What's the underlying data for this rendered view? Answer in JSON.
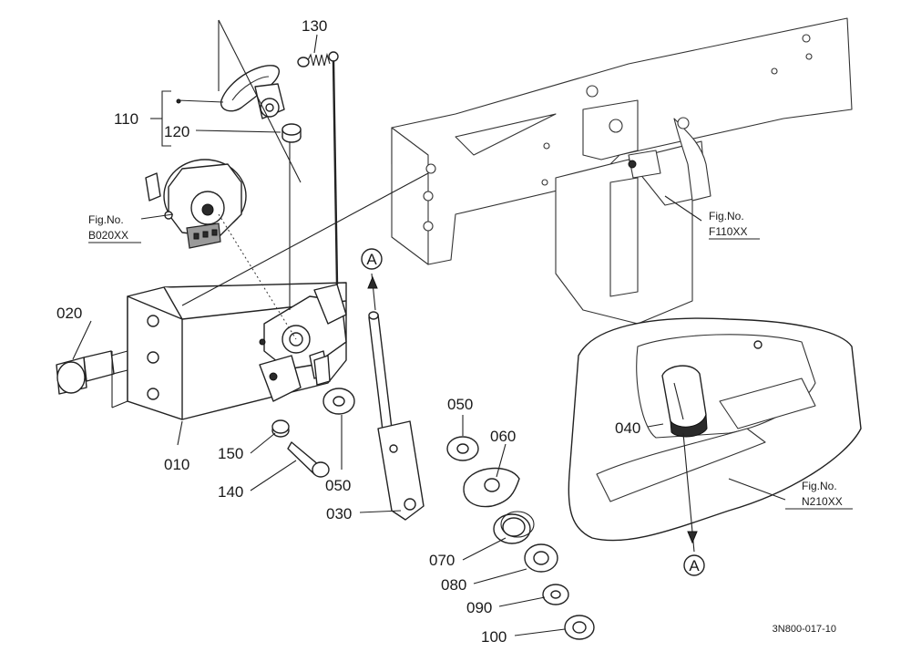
{
  "parts": [
    {
      "id": "010",
      "label": "010"
    },
    {
      "id": "020",
      "label": "020"
    },
    {
      "id": "030",
      "label": "030"
    },
    {
      "id": "040",
      "label": "040"
    },
    {
      "id": "050a",
      "label": "050"
    },
    {
      "id": "050b",
      "label": "050"
    },
    {
      "id": "060",
      "label": "060"
    },
    {
      "id": "070",
      "label": "070"
    },
    {
      "id": "080",
      "label": "080"
    },
    {
      "id": "090",
      "label": "090"
    },
    {
      "id": "100",
      "label": "100"
    },
    {
      "id": "110",
      "label": "110"
    },
    {
      "id": "120",
      "label": "120"
    },
    {
      "id": "130",
      "label": "130"
    },
    {
      "id": "140",
      "label": "140"
    },
    {
      "id": "150",
      "label": "150"
    }
  ],
  "figure_refs": [
    {
      "prefix": "Fig.No.",
      "code": "B020XX"
    },
    {
      "prefix": "Fig.No.",
      "code": "F110XX"
    },
    {
      "prefix": "Fig.No.",
      "code": "N210XX"
    }
  ],
  "connectors": {
    "top": "A",
    "bottom": "A"
  },
  "drawing_number": "3N800-017-10"
}
